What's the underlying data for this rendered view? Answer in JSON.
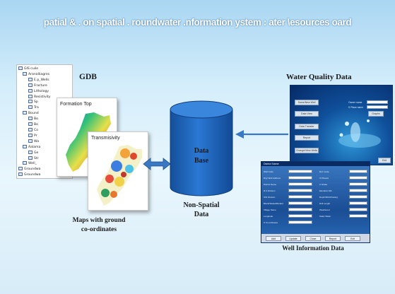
{
  "slide": {
    "title": "patial & . on spatial . roundwater .nformation ystem : ater \\esources oard"
  },
  "labels": {
    "gdb": "GDB",
    "water_quality": "Water Quality Data",
    "maps_line1": "Maps with ground",
    "maps_line2": "co-ordinates",
    "database_line1": "Data",
    "database_line2": "Base",
    "non_spatial_line1": "Non-Spatial",
    "non_spatial_line2": "Data",
    "well_info": "Well Information Data"
  },
  "maps": {
    "formation_top": "Formation Top",
    "transmisivity": "Transmisivity"
  },
  "tree": {
    "items": [
      {
        "level": 0,
        "label": "GIS cuile"
      },
      {
        "level": 1,
        "label": "Aranalliagres"
      },
      {
        "level": 2,
        "label": "E.p_Wells"
      },
      {
        "level": 2,
        "label": "Fracture"
      },
      {
        "level": 2,
        "label": "Lithology"
      },
      {
        "level": 2,
        "label": "Resistivity"
      },
      {
        "level": 2,
        "label": "Sp"
      },
      {
        "level": 2,
        "label": "Tra"
      },
      {
        "level": 1,
        "label": "Bound"
      },
      {
        "level": 2,
        "label": "Bo"
      },
      {
        "level": 2,
        "label": "Bo"
      },
      {
        "level": 2,
        "label": "Co"
      },
      {
        "level": 2,
        "label": "Pr"
      },
      {
        "level": 2,
        "label": "Wa"
      },
      {
        "level": 1,
        "label": "Aalama"
      },
      {
        "level": 2,
        "label": "Ge"
      },
      {
        "level": 2,
        "label": "Str"
      },
      {
        "level": 1,
        "label": "Well_"
      },
      {
        "level": 0,
        "label": "Groundwa"
      },
      {
        "level": 0,
        "label": "Groundwa"
      }
    ]
  },
  "water_quality_screen": {
    "buttons": [
      "Same/New Well",
      "Data View",
      "Data Transfer",
      "Report",
      "Change/View Wells"
    ],
    "fields": [
      "Owner name",
      "S Place name"
    ],
    "side_button": "Graphs",
    "exit": "Exit"
  },
  "well_screen": {
    "header": "District Name",
    "fields": [
      "Well Code",
      "Drg/ Well Address",
      "District Name",
      "R.C.Division",
      "S/D Division",
      "Block/Taluka/Mandal",
      "Village Name",
      "Longitude",
      "X Co-ordinates"
    ],
    "right_fields": [
      "Ref. Code",
      "Cl.Sheets",
      "C.Strata",
      "Elevation M/L",
      "Depth/MCD/Casing",
      "Drill Length",
      "Weathered",
      "Static Water"
    ],
    "buttons": [
      "Add",
      "Update",
      "Close",
      "Report",
      "Exit"
    ]
  },
  "colors": {
    "title_text": "#ffffff",
    "cylinder": "#1e63b8",
    "arrow": "#3b78c4"
  }
}
